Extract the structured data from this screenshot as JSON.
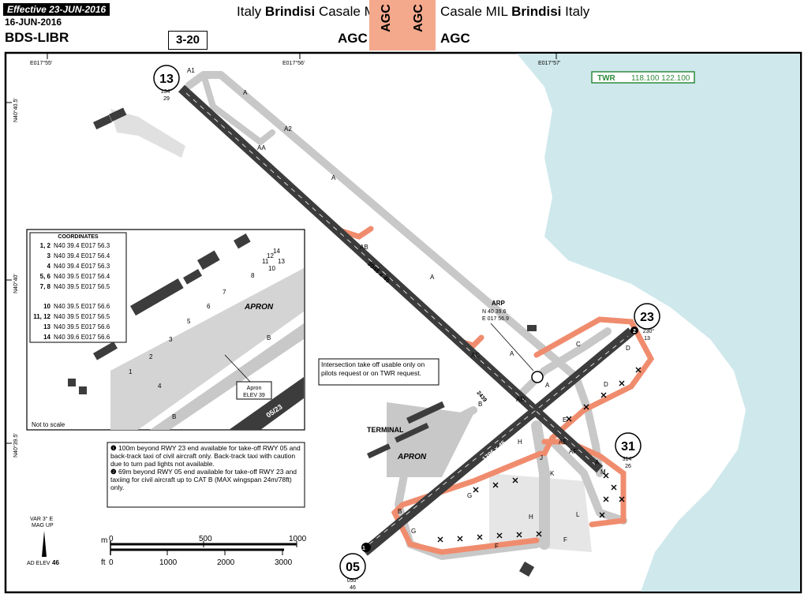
{
  "header": {
    "effective": "Effective 23-JUN-2016",
    "revision_date": "16-JUN-2016",
    "icao": "BDS-LIBR",
    "chart_number": "3-20",
    "left_country": "Italy",
    "left_city": "Brindisi",
    "left_name": "Casale MIL",
    "right_name": "Casale MIL",
    "right_city": "Brindisi",
    "right_country": "Italy",
    "agc_left": "AGC",
    "agc_right": "AGC",
    "agc_band_1": "AGC",
    "agc_band_2": "AGC"
  },
  "map": {
    "lon_ticks": [
      "E017°55'",
      "E017°56'",
      "E017°57'"
    ],
    "lat_ticks": [
      "N40°40.5'",
      "N40°40'",
      "N40°39.5'"
    ],
    "tower": {
      "label": "TWR",
      "freqs": "118.100  122.100"
    },
    "runways": [
      {
        "end": "13",
        "heading": "134°",
        "elev": "29"
      },
      {
        "end": "31",
        "heading": "314°",
        "elev": "26"
      },
      {
        "end": "23",
        "heading": "230°",
        "elev": "13"
      },
      {
        "end": "05",
        "heading": "050°",
        "elev": "46"
      }
    ],
    "rwy1331_dims": "3048 x 45",
    "rwy0523_dims": "1796 x 45",
    "displaced_2439": "2439",
    "taxiways": [
      "A1",
      "A",
      "A2",
      "AA",
      "A",
      "AB",
      "A",
      "AC",
      "A",
      "AD",
      "A",
      "B",
      "C",
      "D",
      "D",
      "E",
      "AE",
      "AF",
      "G",
      "G",
      "H",
      "H",
      "J",
      "K",
      "L",
      "M",
      "F",
      "F",
      "B",
      "A"
    ],
    "arp": {
      "title": "ARP",
      "lat": "N 40 39.6",
      "lon": "E 017 56.9"
    },
    "intersection_note": "Intersection take off usable only on pilots request or on TWR request.",
    "terminal": "TERMINAL",
    "apron": "APRON",
    "note1_num": "1",
    "note2_num": "2",
    "notes": [
      "100m beyond RWY 23 end available for take-off RWY 05 and back-track taxi of civil aircraft only. Back-track taxi with caution due to turn pad lights not available.",
      "69m beyond RWY 05 end available for take-off RWY 23 and taxiing for civil aircraft up to CAT B (MAX wingspan 24m/78ft) only."
    ],
    "var": "VAR 3° E",
    "mag_up": "MAG UP",
    "ad_elev_label": "AD ELEV",
    "ad_elev": "46",
    "scale_m_unit": "m",
    "scale_m": [
      "0",
      "500",
      "1000"
    ],
    "scale_ft_unit": "ft",
    "scale_ft": [
      "0",
      "1000",
      "2000",
      "3000"
    ]
  },
  "inset": {
    "coord_title": "COORDINATES",
    "coords": [
      {
        "id": "1, 2",
        "pos": "N40 39.4 E017 56.3"
      },
      {
        "id": "3",
        "pos": "N40 39.4 E017 56.4"
      },
      {
        "id": "4",
        "pos": "N40 39.4 E017 56.3"
      },
      {
        "id": "5, 6",
        "pos": "N40 39.5 E017 56.4"
      },
      {
        "id": "7, 8",
        "pos": "N40 39.5 E017 56.5"
      },
      {
        "id": "10",
        "pos": "N40 39.5 E017 56.6"
      },
      {
        "id": "11, 12",
        "pos": "N40 39.5 E017 56.5"
      },
      {
        "id": "13",
        "pos": "N40 39.5 E017 56.6"
      },
      {
        "id": "14",
        "pos": "N40 39.6 E017 56.6"
      }
    ],
    "terminal": "TERMINAL",
    "apron": "APRON",
    "apron_elev_title": "Apron",
    "apron_elev": "ELEV 39",
    "taxiway_b": "B",
    "taxiway_b2": "B",
    "runway_label": "05/23",
    "not_to_scale": "Not to scale",
    "stands": [
      "1",
      "2",
      "3",
      "4",
      "5",
      "6",
      "7",
      "8",
      "10",
      "11",
      "12",
      "13",
      "14"
    ]
  },
  "colors": {
    "water": "#cfe8ec",
    "runway": "#3c3c3c",
    "taxiway": "#c8c8c8",
    "closed": "#f08c6e",
    "agc_band": "#f4a98d",
    "tower_green": "#2e8b3d"
  }
}
